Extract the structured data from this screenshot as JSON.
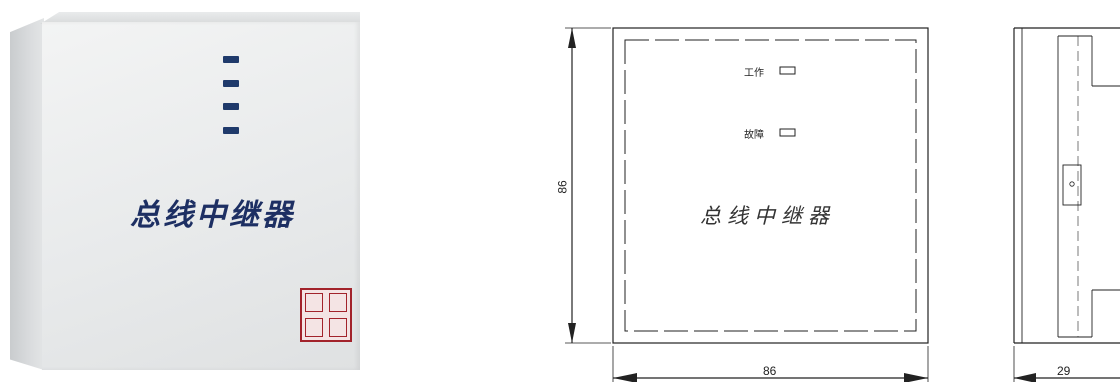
{
  "product": {
    "front_text": "总线中继器",
    "seal_style": "red-square-seal",
    "led_count": 4
  },
  "front_view": {
    "labels": {
      "work": "工作",
      "fault": "故障"
    },
    "title": "总线中继器",
    "dimensions": {
      "height": "86",
      "width": "86"
    }
  },
  "side_view": {
    "dimensions": {
      "depth": "29"
    }
  },
  "colors": {
    "text_navy": "#1d2f63",
    "seal_red": "#a2232b",
    "line": "#222222"
  }
}
